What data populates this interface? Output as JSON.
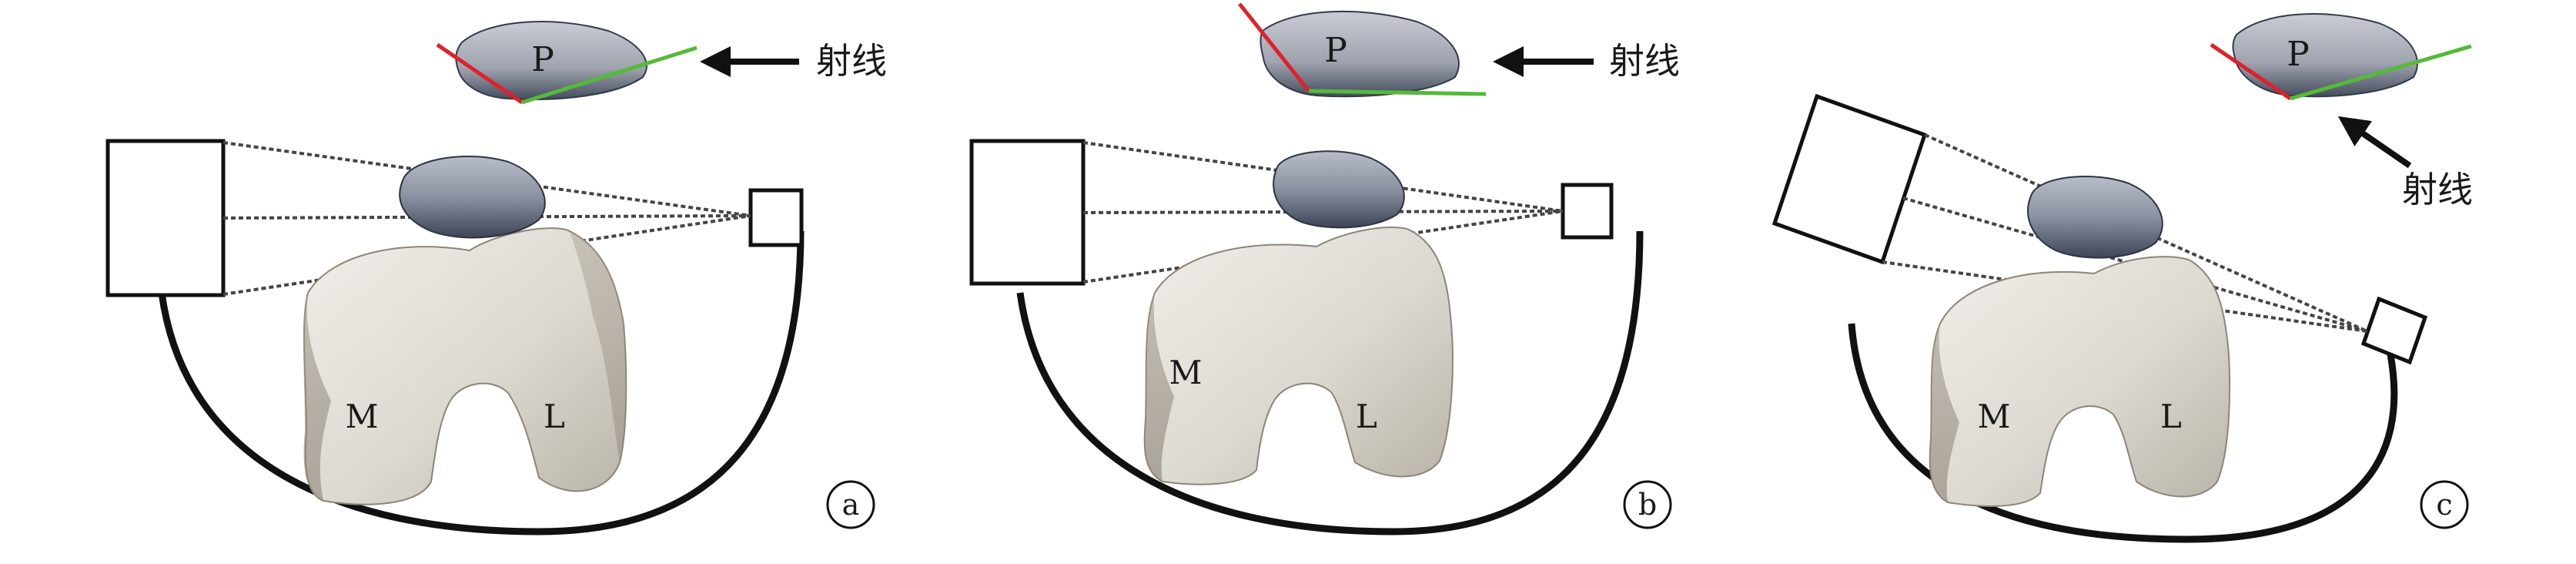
{
  "panels": [
    {
      "id": "a",
      "label": "a",
      "patella_label": "P",
      "ray_label": "射线",
      "medial_label": "M",
      "lateral_label": "L"
    },
    {
      "id": "b",
      "label": "b",
      "patella_label": "P",
      "ray_label": "射线",
      "medial_label": "M",
      "lateral_label": "L"
    },
    {
      "id": "c",
      "label": "c",
      "patella_label": "P",
      "ray_label": "射线",
      "medial_label": "M",
      "lateral_label": "L"
    }
  ],
  "colors": {
    "medial_facet_line": "#e0202a",
    "lateral_facet_line": "#55b93a",
    "bone": "#dcd9d0",
    "patella": "#6c7384",
    "outline": "#111111"
  }
}
